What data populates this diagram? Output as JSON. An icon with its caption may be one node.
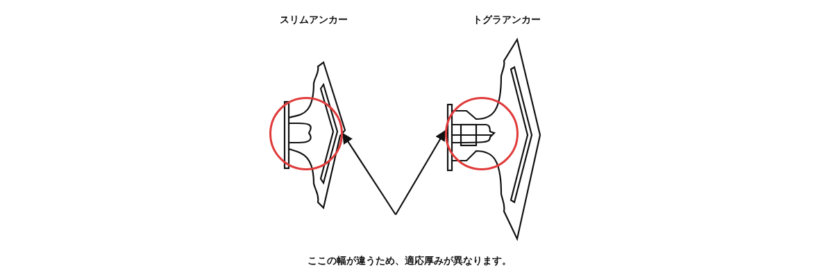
{
  "diagram": {
    "nodes": [
      {
        "text": [],
        "shape": "circle"
      },
      {
        "text": [],
        "shape": "circle"
      }
    ],
    "edges": [
      {
        "from": null,
        "to": 0,
        "arrow": "to"
      },
      {
        "from": null,
        "to": 1,
        "arrow": "to"
      }
    ],
    "labels": [
      "スリムアンカー",
      "トグラアンカー",
      "ここの幅が違うため、適応厚みが異なります。"
    ]
  }
}
